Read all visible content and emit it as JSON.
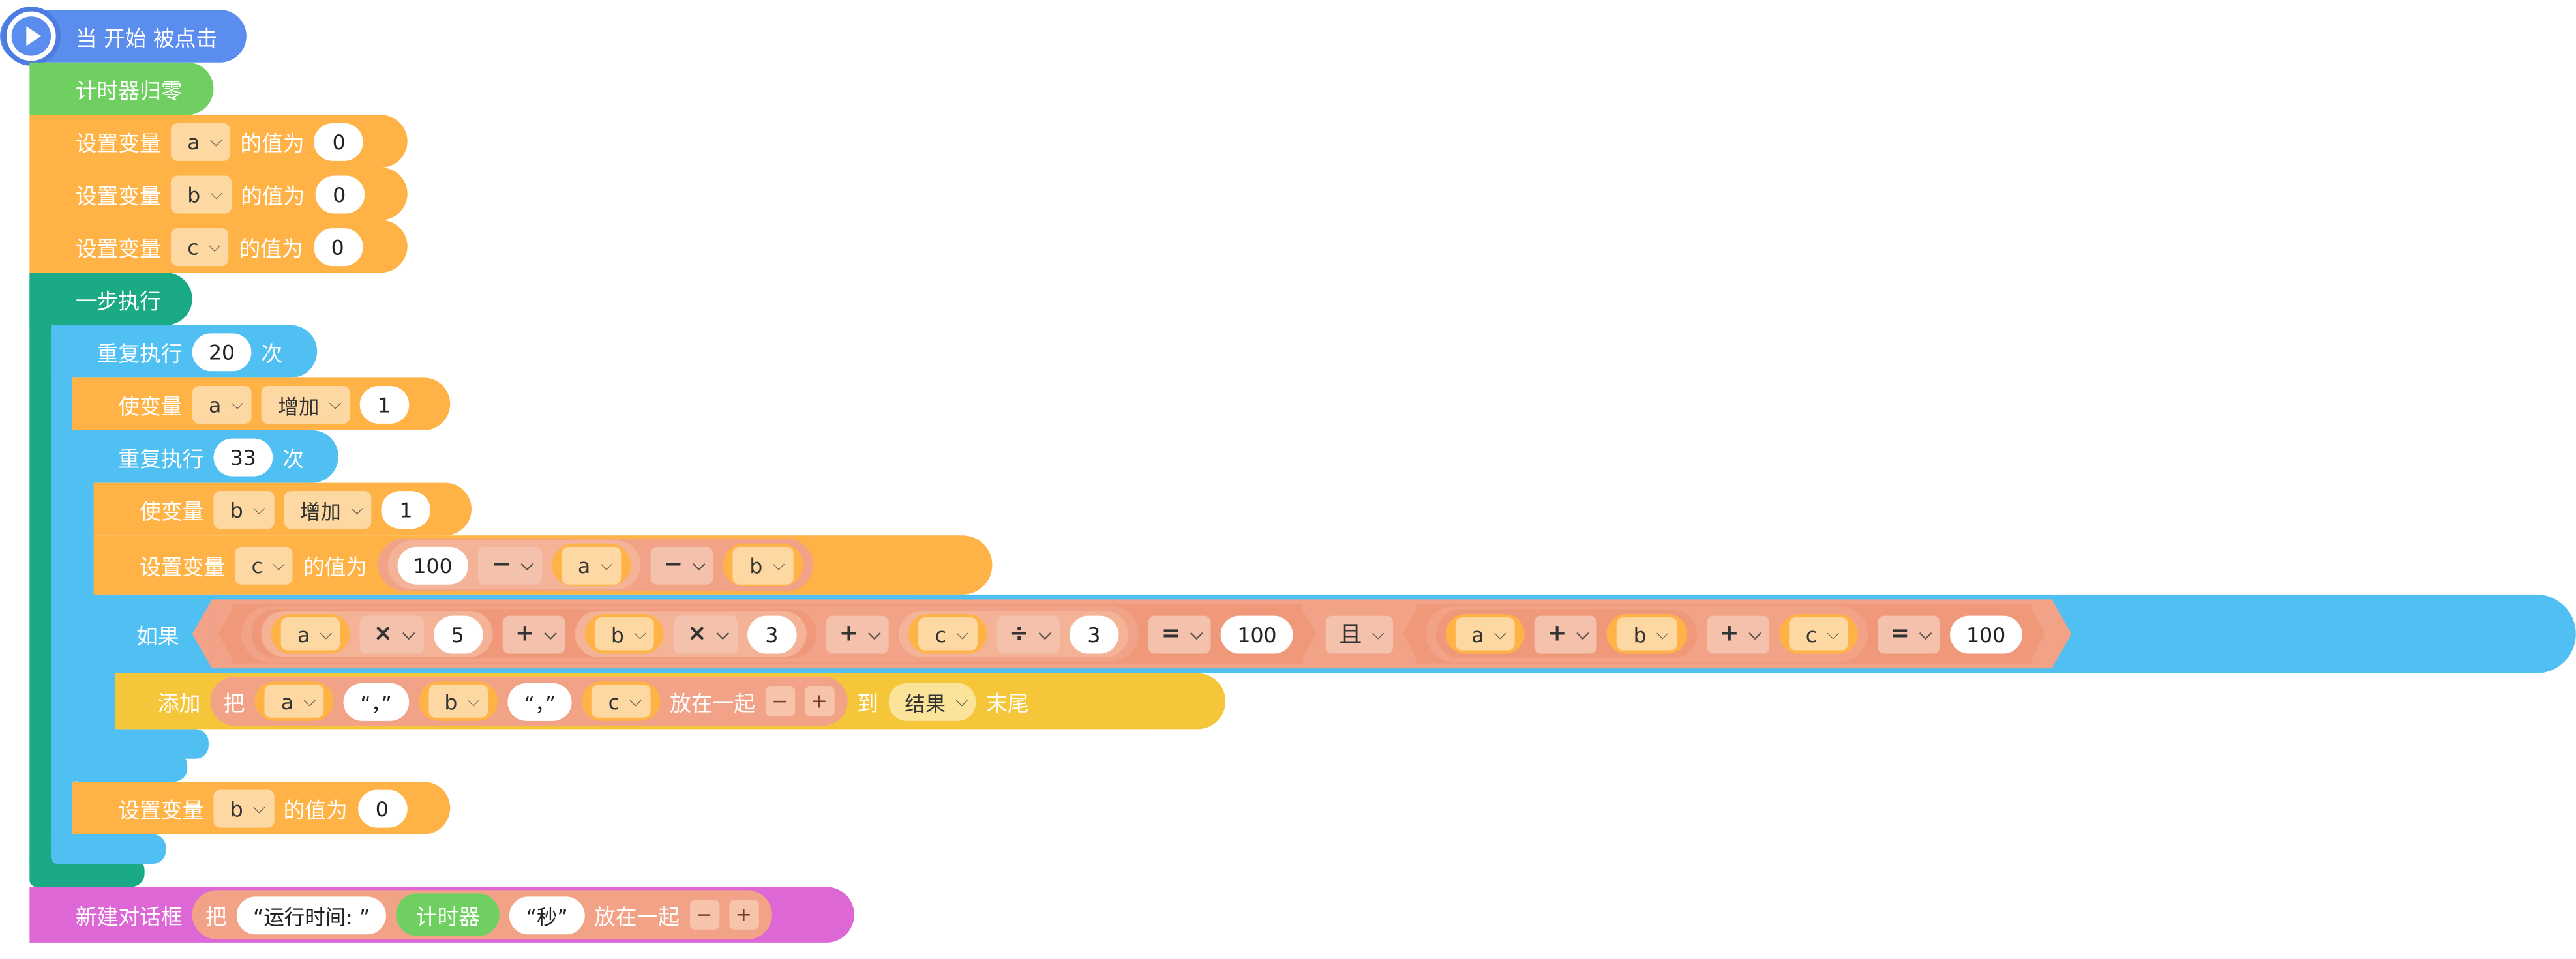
{
  "colors": {
    "event": "#5b8def",
    "timer": "#6fd061",
    "variable": "#ffb347",
    "variable_inner": "#fdd8a2",
    "step": "#1aaa85",
    "loop": "#50c0f3",
    "list": "#f5c63a",
    "operator": "#f2a286",
    "operator_inner": "#f4c2ac",
    "dialog": "#dd67d4"
  },
  "icons": {
    "start": "play-icon",
    "dropdown": "chevron-down-icon"
  },
  "event": {
    "label": "当 开始 被点击"
  },
  "timer_reset": {
    "label": "计时器归零"
  },
  "set_var": {
    "prefix": "设置变量",
    "suffix": "的值为"
  },
  "init": [
    {
      "var": "a",
      "value": "0"
    },
    {
      "var": "b",
      "value": "0"
    },
    {
      "var": "c",
      "value": "0"
    }
  ],
  "step": {
    "label": "一步执行"
  },
  "repeat": {
    "prefix": "重复执行",
    "suffix": "次",
    "outer_times": "20",
    "inner_times": "33"
  },
  "change_var": {
    "prefix": "使变量",
    "op": "增加",
    "a_var": "a",
    "a_value": "1",
    "b_var": "b",
    "b_value": "1"
  },
  "set_c": {
    "var": "c",
    "n": "100",
    "minus": "−",
    "a": "a",
    "b": "b"
  },
  "if_block": {
    "label": "如果",
    "left": {
      "a": "a",
      "times": "×",
      "five": "5",
      "plus": "+",
      "b": "b",
      "three": "3",
      "c": "c",
      "div": "÷",
      "eq": "=",
      "total": "100"
    },
    "and": "且",
    "right": {
      "a": "a",
      "plus": "+",
      "b": "b",
      "c": "c",
      "eq": "=",
      "total": "100"
    }
  },
  "add_block": {
    "label": "添加",
    "join_prefix": "把",
    "a": "a",
    "sep1": "“，”",
    "b": "b",
    "sep2": "“，”",
    "c": "c",
    "join_suffix": "放在一起",
    "minus_btn": "−",
    "plus_btn": "+",
    "to": "到",
    "list": "结果",
    "end": "末尾"
  },
  "reset_b": {
    "var": "b",
    "value": "0"
  },
  "dialog": {
    "label": "新建对话框",
    "join_prefix": "把",
    "text1": "“运行时间: ”",
    "timer": "计时器",
    "text2": "“秒”",
    "join_suffix": "放在一起",
    "minus_btn": "−",
    "plus_btn": "+"
  }
}
